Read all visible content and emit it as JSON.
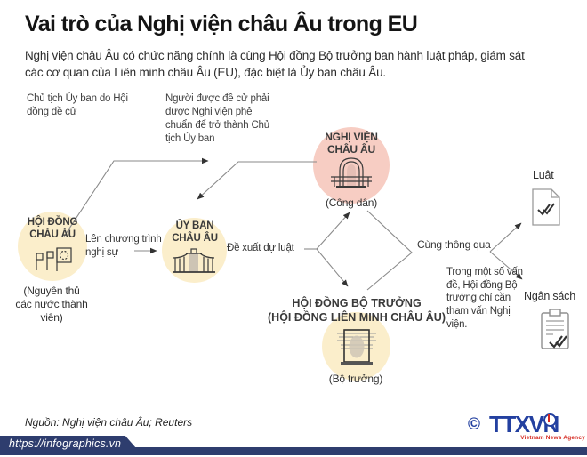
{
  "page": {
    "title": "Vai trò của Nghị viện châu Âu trong EU",
    "subtitle": "Nghị viện châu Âu có chức năng chính là cùng Hội đồng Bộ trưởng ban hành luật pháp, giám sát các cơ quan của Liên minh châu Âu (EU), đặc biệt là Ủy ban châu Âu.",
    "source": "Nguồn: Nghị viện châu Âu; Reuters",
    "footer_url": "https://infographics.vn"
  },
  "annotations": {
    "president_nomination": "Chủ tịch Ủy ban do Hội đồng đề cử",
    "parliament_approval": "Người được đề cử phải được Nghị viện phê chuẩn để trở thành Chủ tịch Ủy ban",
    "consultation": "Trong một số vấn đề, Hội đồng Bộ trưởng chỉ cần tham vấn Nghị viện."
  },
  "nodes": {
    "european_council": {
      "title": "HỘI ĐỒNG CHÂU ÂU",
      "caption": "(Nguyên thủ các nước thành viên)",
      "icon": "flags-podium-icon",
      "color": "#fbeecb"
    },
    "european_commission": {
      "title": "ỦY BAN CHÂU ÂU",
      "icon": "berlaymont-building-icon",
      "color": "#fbeecb"
    },
    "european_parliament": {
      "title": "NGHỊ VIỆN CHÂU ÂU",
      "caption": "(Công dân)",
      "icon": "parliament-arch-icon",
      "color": "#f7cdc3"
    },
    "council_of_ministers": {
      "title": "HỘI ĐỒNG BỘ TRƯỞNG",
      "subtitle": "(HỘI ĐỒNG LIÊN MINH CHÂU ÂU)",
      "caption": "(Bộ trưởng)",
      "icon": "europa-building-icon",
      "color": "#fbeecb"
    }
  },
  "edges": {
    "agenda": "Lên chương trình nghị sự",
    "propose": "Đề xuất dự luật",
    "co_approve": "Cùng thông qua"
  },
  "outputs": {
    "law": {
      "label": "Luật",
      "icon": "document-check-icon"
    },
    "budget": {
      "label": "Ngân sách",
      "icon": "clipboard-check-icon"
    }
  },
  "branding": {
    "copyright": "©",
    "agency": "TTXVN",
    "agency_sub": "Vietnam News Agency"
  },
  "colors": {
    "parliament_circle": "#f7cdc3",
    "council_circle": "#fbeecb",
    "footer_navy": "#2e3d6e",
    "brand_blue": "#2340a0",
    "brand_red": "#d5281f",
    "line_gray": "#8a8a8a"
  }
}
